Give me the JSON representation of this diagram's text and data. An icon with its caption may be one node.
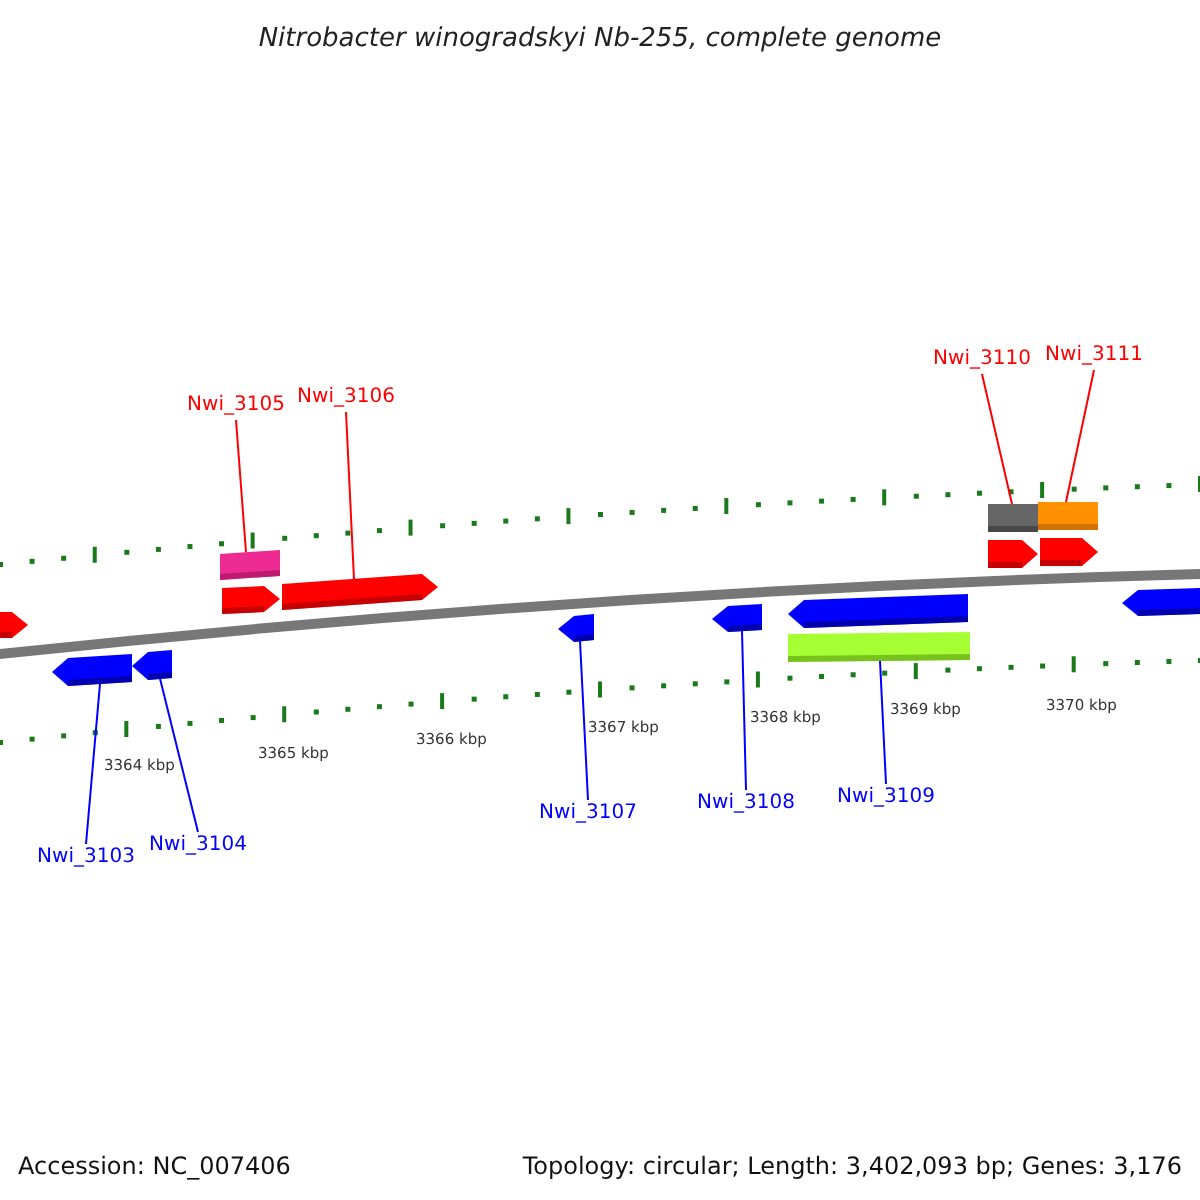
{
  "diagram": {
    "title": "Nitrobacter winogradskyi Nb-255, complete genome",
    "nodes": [
      {
        "text": [
          "Nwi_3105"
        ]
      },
      {
        "text": [
          "Nwi_3106"
        ]
      },
      {
        "text": [
          "Nwi_3110"
        ]
      },
      {
        "text": [
          "Nwi_3111"
        ]
      },
      {
        "text": [
          "Nwi_3103"
        ]
      },
      {
        "text": [
          "Nwi_3104"
        ]
      },
      {
        "text": [
          "Nwi_3107"
        ]
      },
      {
        "text": [
          "Nwi_3108"
        ]
      },
      {
        "text": [
          "Nwi_3109"
        ]
      },
      {
        "text": [],
        "shape": "bar"
      },
      {
        "text": [],
        "shape": "bar"
      },
      {
        "text": [],
        "shape": "bar"
      },
      {
        "text": [],
        "shape": "bar"
      },
      {
        "text": [],
        "shape": "bar"
      },
      {
        "text": [],
        "shape": "bar"
      },
      {
        "text": [],
        "shape": "bar"
      },
      {
        "text": [],
        "shape": "bar"
      },
      {
        "text": [],
        "shape": "bar"
      },
      {
        "text": [],
        "shape": "bar"
      },
      {
        "text": [],
        "shape": "bar"
      },
      {
        "text": [],
        "shape": "bar"
      },
      {
        "text": [],
        "shape": "bar"
      },
      {
        "text": [],
        "shape": "bar"
      },
      {
        "text": [],
        "shape": "bar"
      }
    ],
    "edges": [
      {
        "from": 0,
        "to": 12,
        "arrow": "none",
        "color": "#ff0000"
      },
      {
        "from": 1,
        "to": 14,
        "arrow": "none",
        "color": "#ff0000"
      },
      {
        "from": 2,
        "to": 19,
        "arrow": "none",
        "color": "#ff0000"
      },
      {
        "from": 3,
        "to": 21,
        "arrow": "none",
        "color": "#ff0000"
      },
      {
        "from": 4,
        "to": 10,
        "arrow": "none"
      },
      {
        "from": 5,
        "to": 11,
        "arrow": "none"
      },
      {
        "from": 6,
        "to": 15,
        "arrow": "none"
      },
      {
        "from": 7,
        "to": 16,
        "arrow": "none"
      },
      {
        "from": 8,
        "to": 18,
        "arrow": "none"
      }
    ],
    "labels": [
      "3364 kbp",
      "3365 kbp",
      "3366 kbp",
      "3367 kbp",
      "3368 kbp",
      "3369 kbp",
      "3370 kbp",
      "Accession: NC_007406",
      "Topology: circular; Length: 3,402,093 bp; Genes: 3,176"
    ]
  }
}
